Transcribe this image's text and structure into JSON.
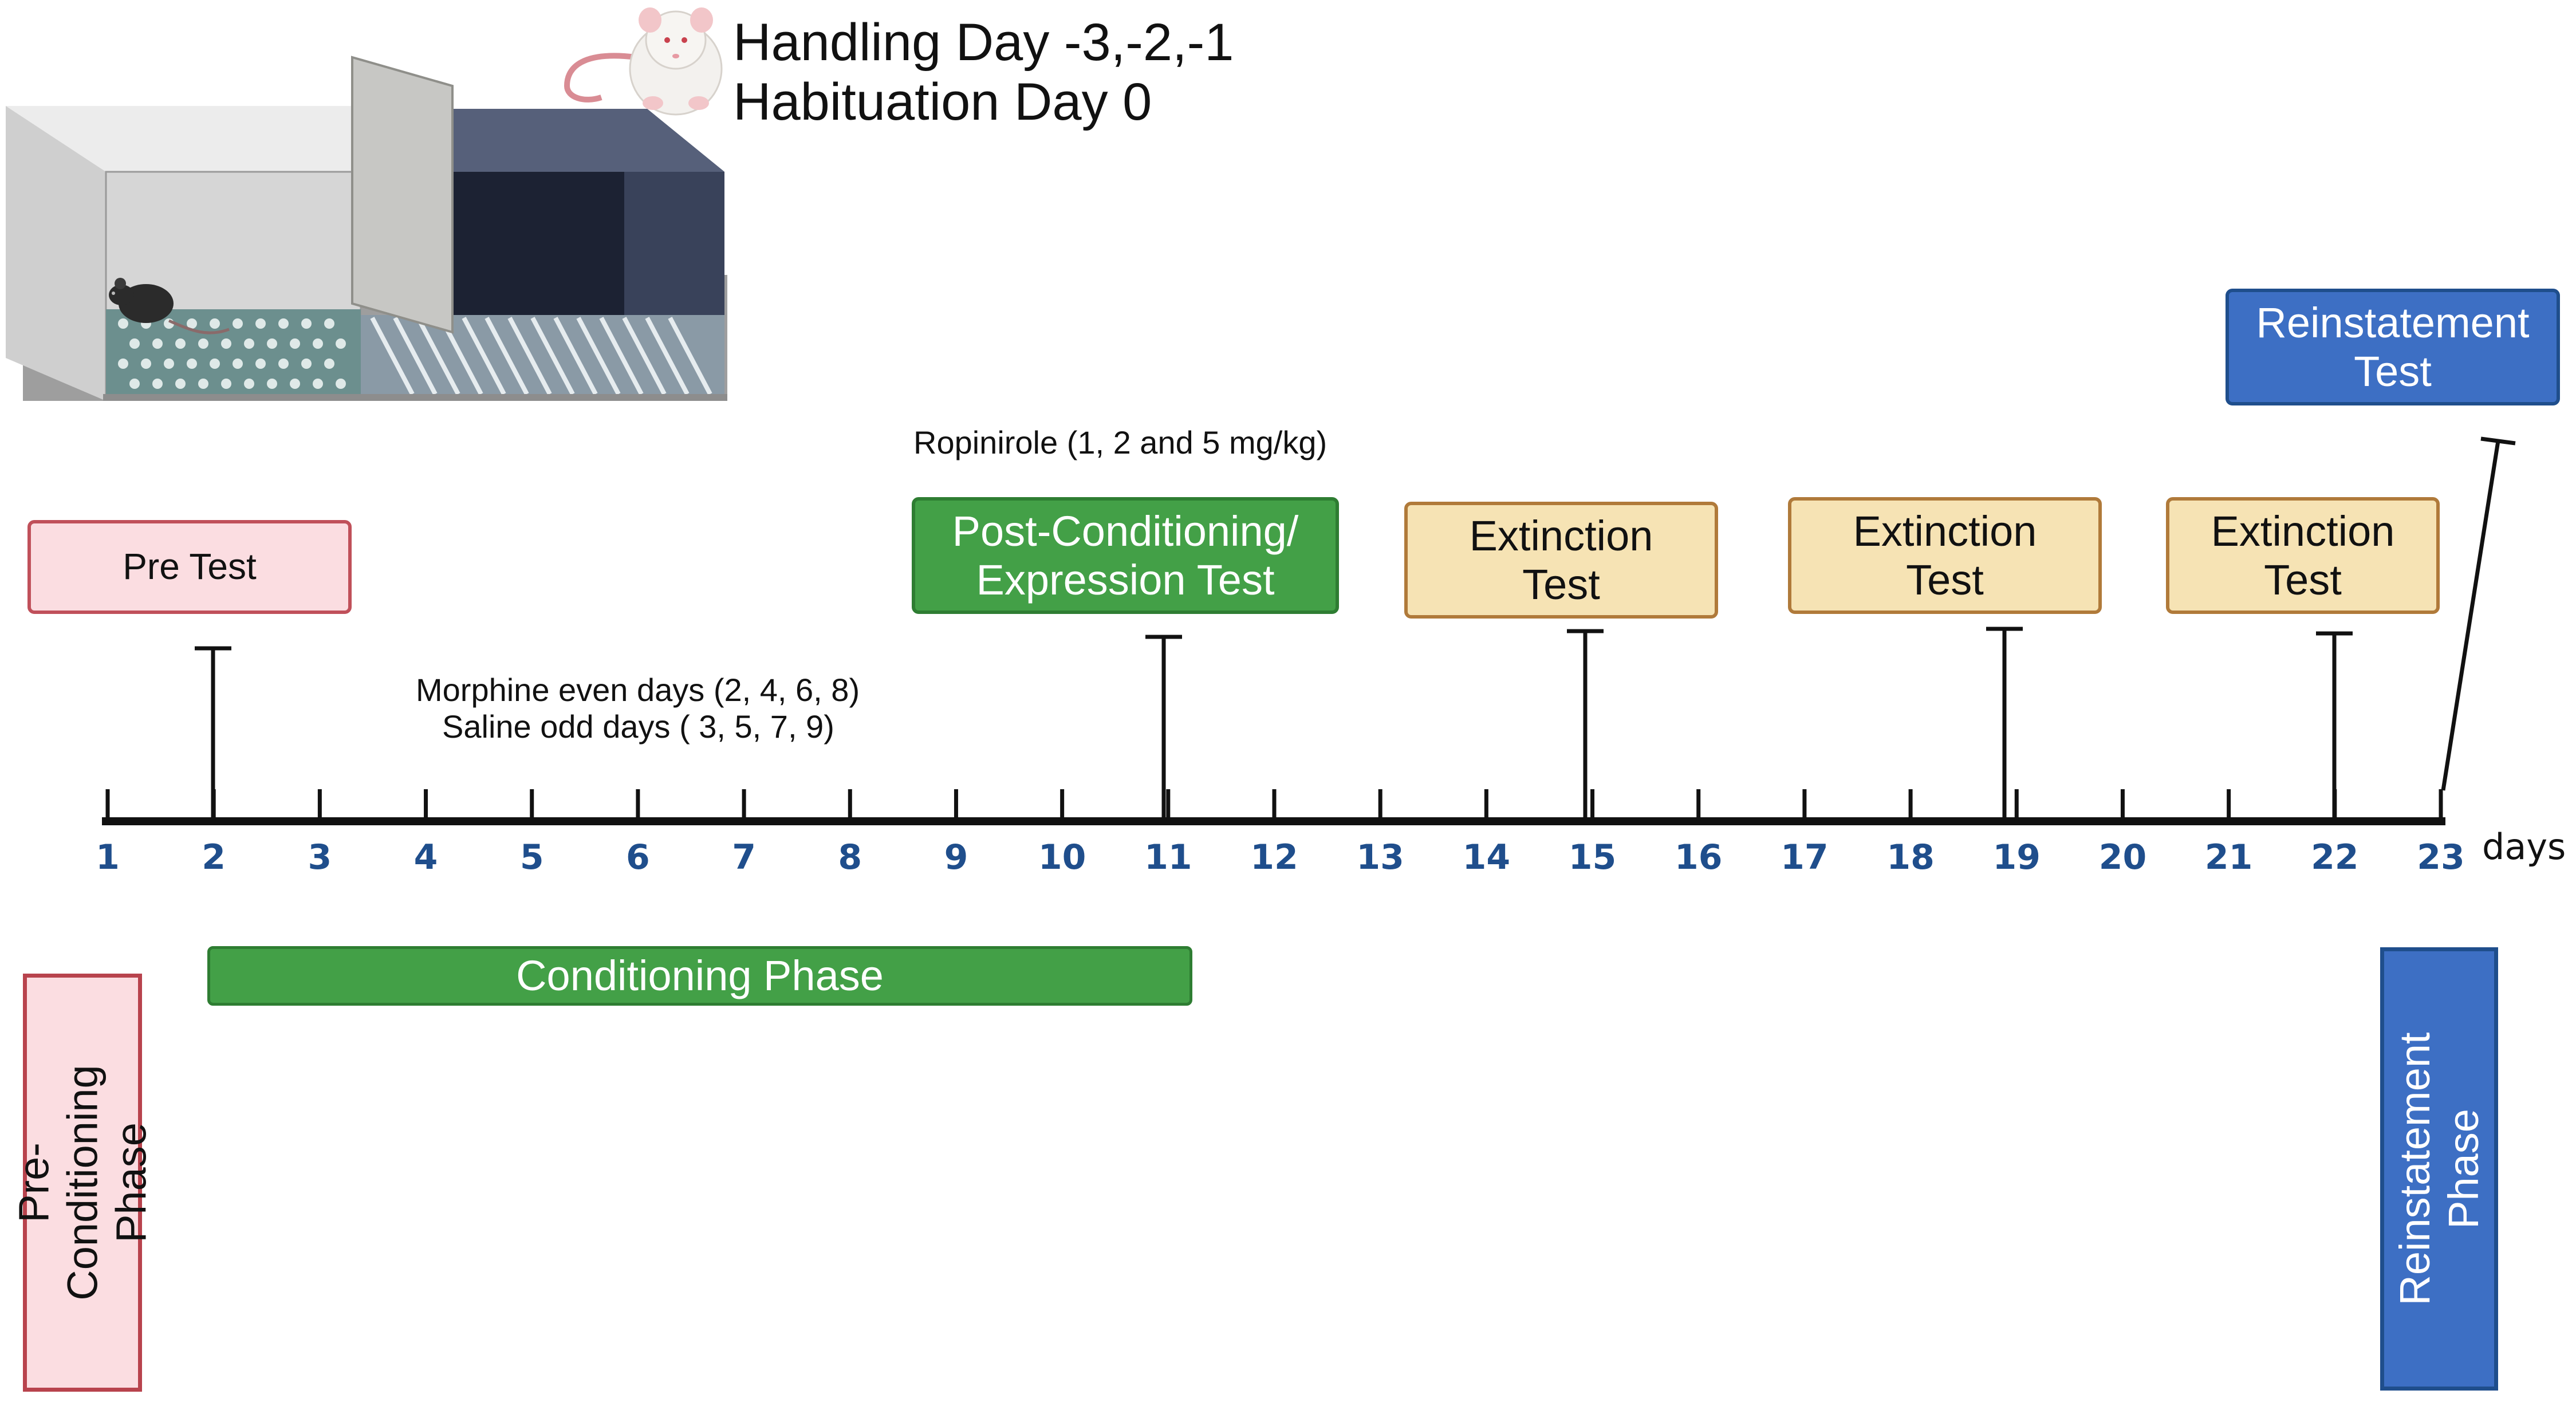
{
  "header": {
    "handling": "Handling Day -3,-2,-1",
    "habituation": "Habituation Day 0"
  },
  "annotations": {
    "ropinirole": "Ropinirole (1, 2 and 5 mg/kg)",
    "morphine": "Morphine even days  (2, 4, 6, 8)",
    "saline": "Saline odd days  ( 3, 5, 7, 9)"
  },
  "tests": {
    "pre_test": "Pre Test",
    "post_conditioning": "Post-Conditioning/\nExpression Test",
    "extinction_1": "Extinction\nTest",
    "extinction_2": "Extinction\nTest",
    "extinction_3": "Extinction\nTest",
    "reinstatement_test": "Reinstatement\nTest"
  },
  "phases": {
    "conditioning": "Conditioning Phase",
    "pre_conditioning": "Pre-Conditioning\nPhase",
    "reinstatement": "Reinstatement\nPhase"
  },
  "timeline": {
    "days": [
      "1",
      "2",
      "3",
      "4",
      "5",
      "6",
      "7",
      "8",
      "9",
      "10",
      "11",
      "12",
      "13",
      "14",
      "15",
      "16",
      "17",
      "18",
      "19",
      "20",
      "21",
      "22",
      "23"
    ],
    "unit_label": "days"
  },
  "colors": {
    "pre_test_fill": "#fbdde1",
    "pre_test_border": "#c0505a",
    "green_fill": "#43a047",
    "green_border": "#2e7d32",
    "extinction_fill": "#f6e3b4",
    "extinction_border": "#b07a3a",
    "blue_fill": "#3d6fc4",
    "blue_border": "#1f4e8c",
    "tick_label": "#1f4e8c"
  },
  "icons": {
    "apparatus": "conditioned-place-preference-box-illustration",
    "rat": "white-rat-illustration",
    "mouse": "black-mouse-illustration"
  }
}
